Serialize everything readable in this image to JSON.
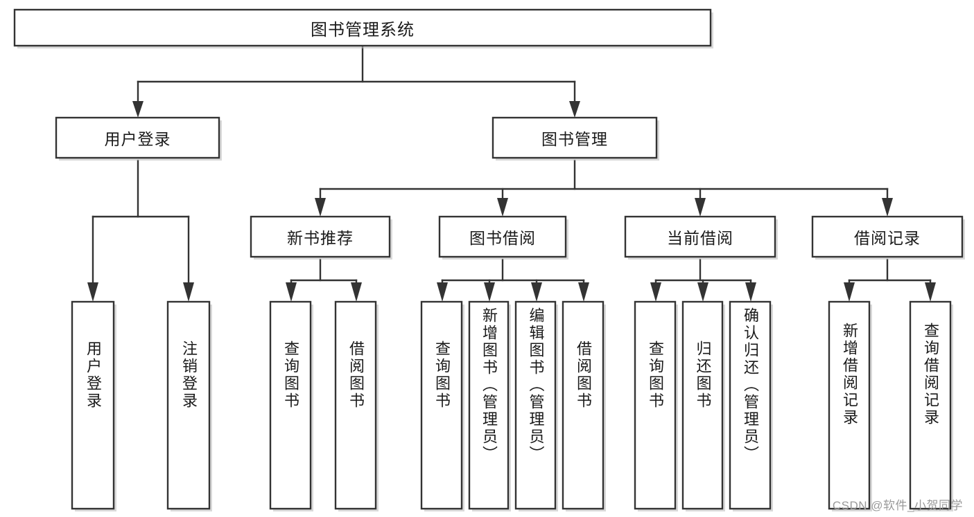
{
  "diagram": {
    "type": "tree-hierarchy-chart",
    "title": "图书管理系统",
    "orientation": "top-down",
    "levels": 4,
    "root": {
      "id": "root",
      "label": "图书管理系统"
    },
    "level2": [
      {
        "id": "user-login",
        "label": "用户登录"
      },
      {
        "id": "book-management",
        "label": "图书管理"
      }
    ],
    "level3": [
      {
        "id": "new-book-recommend",
        "label": "新书推荐",
        "parent": "book-management"
      },
      {
        "id": "book-borrow",
        "label": "图书借阅",
        "parent": "book-management"
      },
      {
        "id": "current-borrow",
        "label": "当前借阅",
        "parent": "book-management"
      },
      {
        "id": "borrow-record",
        "label": "借阅记录",
        "parent": "book-management"
      }
    ],
    "leaves": [
      {
        "id": "leaf-user-login",
        "label": "用户登录",
        "parent": "user-login"
      },
      {
        "id": "leaf-logout",
        "label": "注销登录",
        "parent": "user-login"
      },
      {
        "id": "leaf-query-book-1",
        "label": "查询图书",
        "parent": "new-book-recommend"
      },
      {
        "id": "leaf-borrow-book-1",
        "label": "借阅图书",
        "parent": "new-book-recommend"
      },
      {
        "id": "leaf-query-book-2",
        "label": "查询图书",
        "parent": "book-borrow"
      },
      {
        "id": "leaf-add-book",
        "label": "新增图书（管理员）",
        "parent": "book-borrow"
      },
      {
        "id": "leaf-edit-book",
        "label": "编辑图书（管理员）",
        "parent": "book-borrow"
      },
      {
        "id": "leaf-borrow-book-2",
        "label": "借阅图书",
        "parent": "book-borrow"
      },
      {
        "id": "leaf-query-book-3",
        "label": "查询图书",
        "parent": "current-borrow"
      },
      {
        "id": "leaf-return-book",
        "label": "归还图书",
        "parent": "current-borrow"
      },
      {
        "id": "leaf-confirm-return",
        "label": "确认归还（管理员）",
        "parent": "current-borrow"
      },
      {
        "id": "leaf-add-record",
        "label": "新增借阅记录",
        "parent": "borrow-record"
      },
      {
        "id": "leaf-query-record",
        "label": "查询借阅记录",
        "parent": "borrow-record"
      }
    ],
    "colors": {
      "stroke": "#333333",
      "fill": "#ffffff",
      "text": "#1a1a1a",
      "shadow": "#b9b9b9",
      "watermark": "#9a9a9a"
    }
  },
  "watermark": {
    "text": "CSDN @软件_小贺同学"
  }
}
